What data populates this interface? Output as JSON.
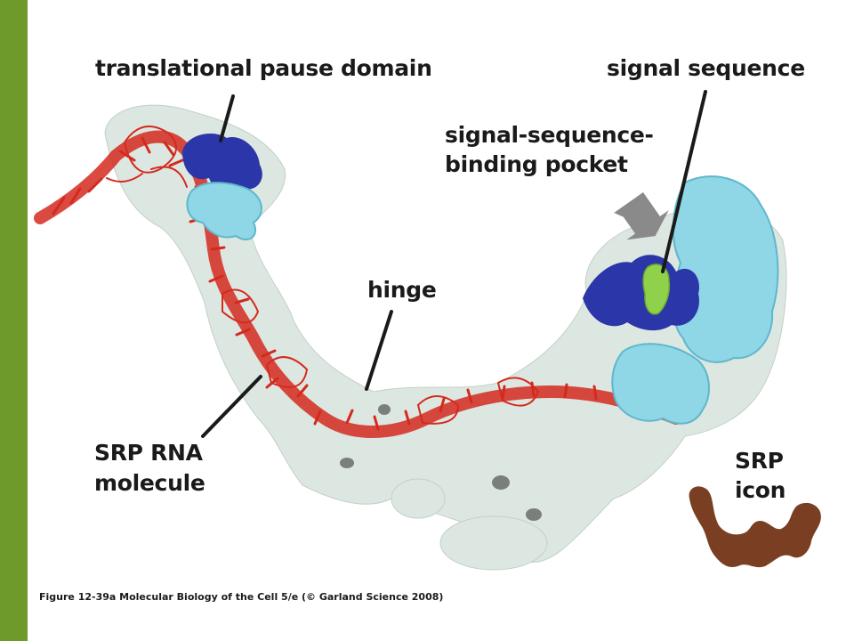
{
  "labels": {
    "translational_pause_domain": "translational pause domain",
    "signal_sequence": "signal sequence",
    "signal_sequence_binding_pocket_line1": "signal-sequence-",
    "signal_sequence_binding_pocket_line2": "binding pocket",
    "hinge": "hinge",
    "srp_rna_molecule_line1": "SRP RNA",
    "srp_rna_molecule_line2": "molecule",
    "srp_icon_line1": "SRP",
    "srp_icon_line2": "icon"
  },
  "caption": "Figure 12-39a  Molecular Biology of the Cell 5/e (© Garland Science 2008)",
  "colors": {
    "side_bar": "#6e9a2c",
    "rna": "#d42a1e",
    "protein_dark_blue": "#2b36a8",
    "protein_light_blue": "#8fd6e6",
    "signal_sequence_green": "#8fd14a",
    "density_envelope": "#d8e3dc",
    "srp_icon": "#7a3f22",
    "arrow_gray": "#8a8a8a"
  }
}
